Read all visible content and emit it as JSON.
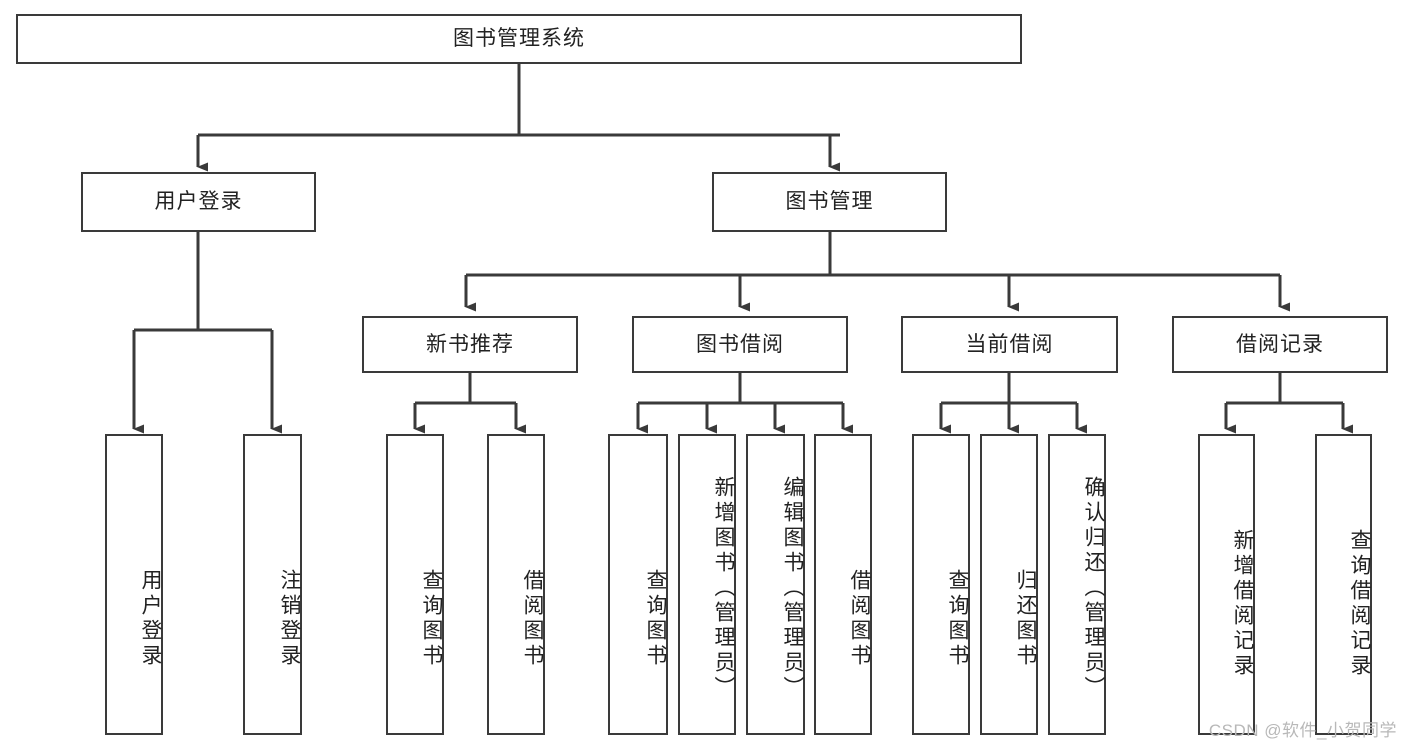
{
  "diagram": {
    "title": "图书管理系统",
    "type": "tree-functional-structure-diagram",
    "watermark": "CSDN @软件_小贺同学",
    "colors": {
      "stroke": "#3a3a3a",
      "fill": "#ffffff",
      "text": "#222222",
      "watermark": "#b8b8b8"
    },
    "root": {
      "label": "图书管理系统",
      "children": [
        {
          "label": "用户登录",
          "children": [
            {
              "label": "用户登录"
            },
            {
              "label": "注销登录"
            }
          ]
        },
        {
          "label": "图书管理",
          "children": [
            {
              "label": "新书推荐",
              "children": [
                {
                  "label": "查询图书"
                },
                {
                  "label": "借阅图书"
                }
              ]
            },
            {
              "label": "图书借阅",
              "children": [
                {
                  "label": "查询图书"
                },
                {
                  "label": "新增图书（管理员）"
                },
                {
                  "label": "编辑图书（管理员）"
                },
                {
                  "label": "借阅图书"
                }
              ]
            },
            {
              "label": "当前借阅",
              "children": [
                {
                  "label": "查询图书"
                },
                {
                  "label": "归还图书"
                },
                {
                  "label": "确认归还（管理员）"
                }
              ]
            },
            {
              "label": "借阅记录",
              "children": [
                {
                  "label": "新增借阅记录"
                },
                {
                  "label": "查询借阅记录"
                }
              ]
            }
          ]
        }
      ]
    },
    "nodes": {
      "root": "图书管理系统",
      "user_login": "用户登录",
      "book_manage": "图书管理",
      "login_leaf_1": "用户登录",
      "login_leaf_2": "注销登录",
      "new_book": "新书推荐",
      "new_book_leaf_1": "查询图书",
      "new_book_leaf_2": "借阅图书",
      "borrow": "图书借阅",
      "borrow_leaf_1": "查询图书",
      "borrow_leaf_2": "新增图书（管理员）",
      "borrow_leaf_3": "编辑图书（管理员）",
      "borrow_leaf_4": "借阅图书",
      "current": "当前借阅",
      "current_leaf_1": "查询图书",
      "current_leaf_2": "归还图书",
      "current_leaf_3": "确认归还（管理员）",
      "record": "借阅记录",
      "record_leaf_1": "新增借阅记录",
      "record_leaf_2": "查询借阅记录"
    }
  }
}
